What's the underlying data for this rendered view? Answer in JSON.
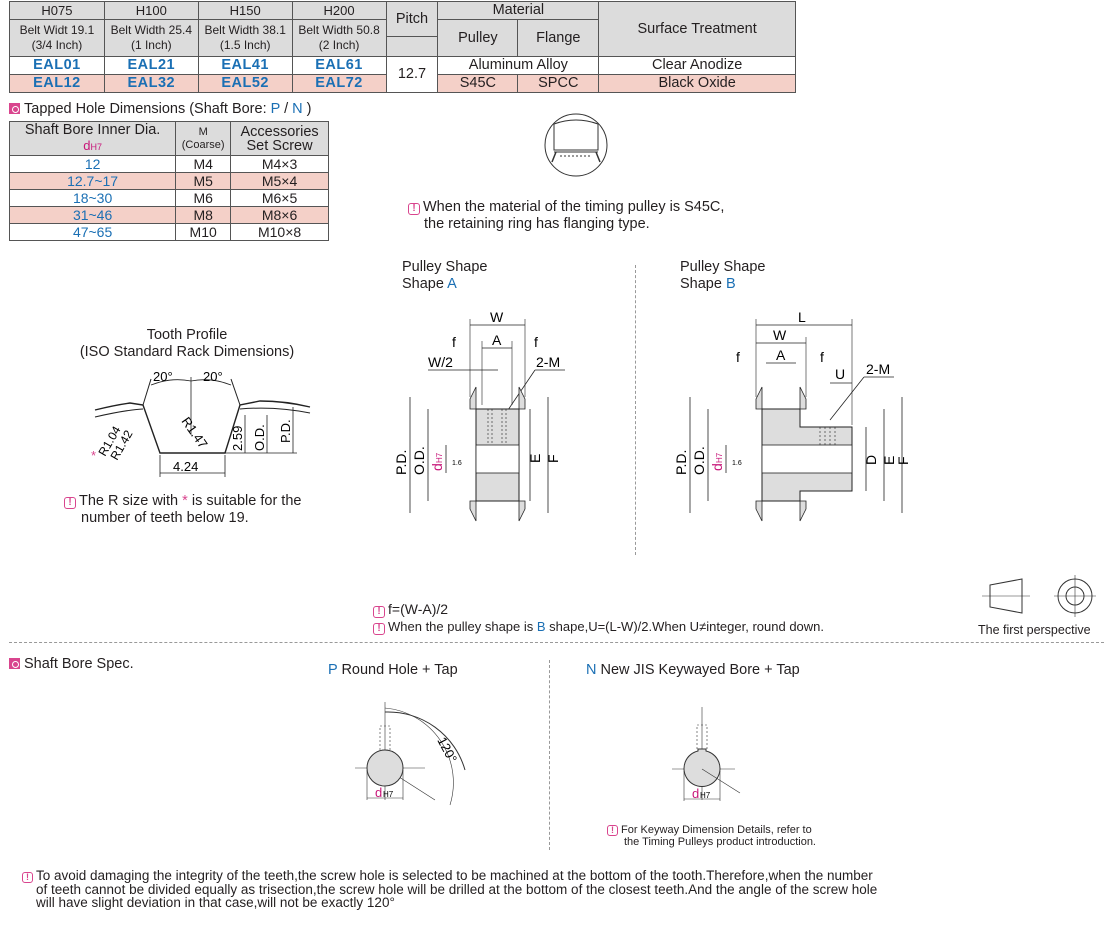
{
  "spec_table": {
    "headers": [
      "H075",
      "H100",
      "H150",
      "H200"
    ],
    "width_line1": [
      "Belt Widt 19.1",
      "Belt Width 25.4",
      "Belt Width 38.1",
      "Belt Width 50.8"
    ],
    "width_line2": [
      "(3/4 Inch)",
      "(1 Inch)",
      "(1.5 Inch)",
      "(2 Inch)"
    ],
    "pitch_header": "Pitch",
    "material_header": "Material",
    "pulley_header": "Pulley",
    "flange_header": "Flange",
    "surface_header": "Surface Treatment",
    "row1_parts": [
      "EAL01",
      "EAL21",
      "EAL41",
      "EAL61"
    ],
    "row2_parts": [
      "EAL12",
      "EAL32",
      "EAL52",
      "EAL72"
    ],
    "pitch_value": "12.7",
    "row1_material": "Aluminum Alloy",
    "row2_pulley": "S45C",
    "row2_flange": "SPCC",
    "row1_surface": "Clear Anodize",
    "row2_surface": "Black Oxide"
  },
  "tapped": {
    "title_prefix": "Tapped Hole Dimensions (Shaft Bore: ",
    "p": "P",
    "slash": " / ",
    "n": "N",
    "title_suffix": " )",
    "col1_line1": "Shaft Bore Inner Dia.",
    "col1_line2": "d",
    "col1_sub": "H7",
    "col2_line1": "M",
    "col2_line2": "(Coarse)",
    "col3_line1": "Accessories",
    "col3_line2": "Set Screw",
    "rows": [
      {
        "bore": "12",
        "m": "M4",
        "screw": "M4×3"
      },
      {
        "bore": "12.7~17",
        "m": "M5",
        "screw": "M5×4"
      },
      {
        "bore": "18~30",
        "m": "M6",
        "screw": "M6×5"
      },
      {
        "bore": "31~46",
        "m": "M8",
        "screw": "M8×6"
      },
      {
        "bore": "47~65",
        "m": "M10",
        "screw": "M10×8"
      }
    ]
  },
  "notes": {
    "s45c_line1": "When the material of the timing pulley is S45C,",
    "s45c_line2": "the retaining ring has flanging type.",
    "r_size_pre": "The R size with ",
    "r_size_star": "*",
    "r_size_post": " is suitable for the",
    "r_size_line2": "number of teeth below 19.",
    "f_formula": "f=(W-A)/2",
    "u_pre": "When the pulley shape is ",
    "u_b": "B",
    "u_post": " shape,U=(L-W)/2.When U≠integer, round down.",
    "keyway_line1": "For Keyway Dimension Details, refer to",
    "keyway_line2": "the Timing Pulleys product introduction.",
    "bottom_line1": "To avoid damaging the integrity of the teeth,the screw hole is selected to be machined at the bottom of the tooth.Therefore,when the number",
    "bottom_line2": "of teeth cannot be divided equally as trisection,the screw hole will be drilled at the bottom of the closest teeth.And the angle of the screw hole",
    "bottom_line3": "will have slight deviation in that case,will not be exactly 120°"
  },
  "tooth": {
    "title_line1": "Tooth Profile",
    "title_line2": "(ISO Standard Rack Dimensions)",
    "angle_left": "20°",
    "angle_right": "20°",
    "r147": "R1.47",
    "r104": "R1.04",
    "r142": "R1.42",
    "star": "*",
    "d259": "2.59",
    "od": "O.D.",
    "pd": "P.D.",
    "d424": "4.24"
  },
  "shape_a": {
    "title": "Pulley Shape",
    "shape_word": "Shape ",
    "letter": "A",
    "labels": {
      "W": "W",
      "f": "f",
      "A": "A",
      "W2": "W/2",
      "M": "2-M",
      "PD": "P.D.",
      "OD": "O.D.",
      "d": "d",
      "dsub": "H7",
      "r": "1.6",
      "E": "E",
      "F": "F"
    }
  },
  "shape_b": {
    "title": "Pulley Shape",
    "shape_word": "Shape ",
    "letter": "B",
    "labels": {
      "L": "L",
      "W": "W",
      "f": "f",
      "A": "A",
      "U": "U",
      "M": "2-M",
      "PD": "P.D.",
      "OD": "O.D.",
      "d": "d",
      "dsub": "H7",
      "r": "1.6",
      "D": "D",
      "E": "E",
      "F": "F"
    }
  },
  "perspective": "The first perspective",
  "bore": {
    "title": "Shaft Bore Spec.",
    "p_letter": "P",
    "p_text": " Round Hole + Tap",
    "n_letter": "N",
    "n_text": " New JIS Keywayed Bore + Tap",
    "angle": "120°",
    "d": "d",
    "dsub": "H7"
  },
  "colors": {
    "accent_blue": "#1a6fb4",
    "pink_row": "#f4d0c8",
    "header_gray": "#dcdcdc",
    "icon_magenta": "#d9458e"
  }
}
